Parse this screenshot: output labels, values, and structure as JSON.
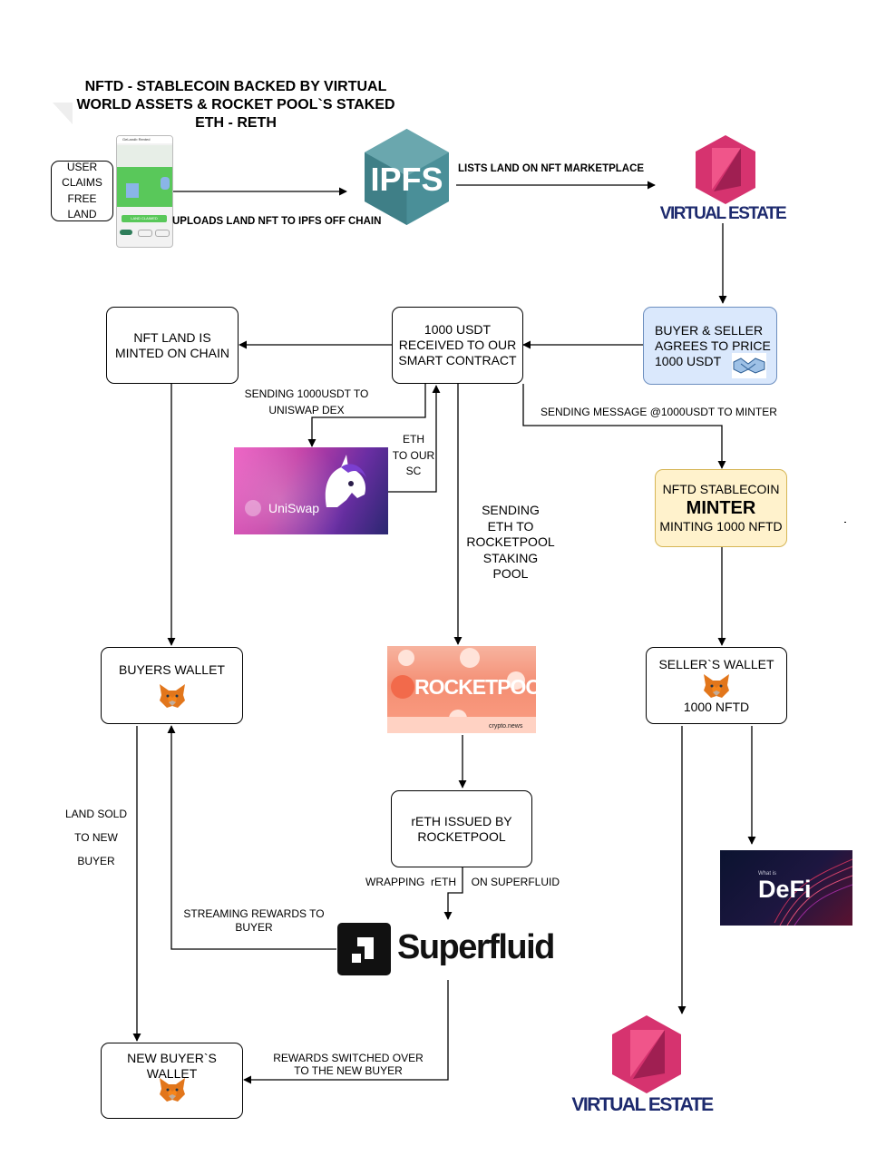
{
  "title": {
    "lines": [
      "NFTD - STABLECOIN BACKED BY VIRTUAL",
      "WORLD ASSETS & ROCKET POOL`S STAKED",
      "ETH - RETH"
    ]
  },
  "nodes": {
    "user_claims": [
      "USER",
      "CLAIMS",
      "FREE",
      "LAND"
    ],
    "phone": {
      "header": "GeLandb Rented",
      "button": "LAND CLAIMED"
    },
    "ipfs": "IPFS",
    "virtual_estate_top": "VIRTUAL ESTATE",
    "buyer_seller": [
      "BUYER & SELLER",
      "AGREES TO PRICE",
      "1000 USDT"
    ],
    "usdt_received": [
      "1000 USDT",
      "RECEIVED TO OUR",
      "SMART CONTRACT"
    ],
    "nft_minted": [
      "NFT LAND IS",
      "MINTED ON CHAIN"
    ],
    "uniswap": "UniSwap",
    "minter": {
      "line1": "NFTD STABLECOIN",
      "line2": "MINTER",
      "line3": "MINTING 1000 NFTD"
    },
    "rocketpool": {
      "logo": "ROCKETPOOL",
      "credit": "crypto.news"
    },
    "buyers_wallet": "BUYERS WALLET",
    "sellers_wallet": {
      "title": "SELLER`S WALLET",
      "amount": "1000 NFTD"
    },
    "reth_issued": [
      "rETH ISSUED BY",
      "ROCKETPOOL"
    ],
    "superfluid": "Superfluid",
    "defi": {
      "small": "What is",
      "big": "DeFi"
    },
    "new_buyer_wallet": [
      "NEW BUYER`S",
      "WALLET"
    ],
    "virtual_estate_bottom": "VIRTUAL ESTATE"
  },
  "edges": {
    "uploads_ipfs": "UPLOADS LAND NFT TO IPFS OFF CHAIN",
    "lists_marketplace": "LISTS LAND ON NFT MARKETPLACE",
    "sending_usdt_uniswap": [
      "SENDING 1000USDT TO",
      "UNISWAP DEX"
    ],
    "eth_to_sc": [
      "ETH",
      "TO OUR",
      "SC"
    ],
    "sending_eth_rocketpool": [
      "SENDING",
      "ETH TO",
      "ROCKETPOOL",
      "STAKING",
      "POOL"
    ],
    "sending_message_minter": "SENDING MESSAGE @1000USDT TO MINTER",
    "land_sold": [
      "LAND SOLD",
      "TO NEW",
      "BUYER"
    ],
    "wrapping_reth": [
      "WRAPPING  rETH",
      "ON SUPERFLUID"
    ],
    "streaming_rewards": [
      "STREAMING REWARDS TO",
      "BUYER"
    ],
    "rewards_switched": [
      "REWARDS SWITCHED OVER",
      "TO THE NEW BUYER"
    ]
  },
  "colors": {
    "virtual_pink": "#d6336f",
    "virtual_navy": "#1d2a6e",
    "ipfs_teal": "#4a8f98",
    "buyer_box": "#dae8fc",
    "minter_box": "#fff2cc"
  }
}
